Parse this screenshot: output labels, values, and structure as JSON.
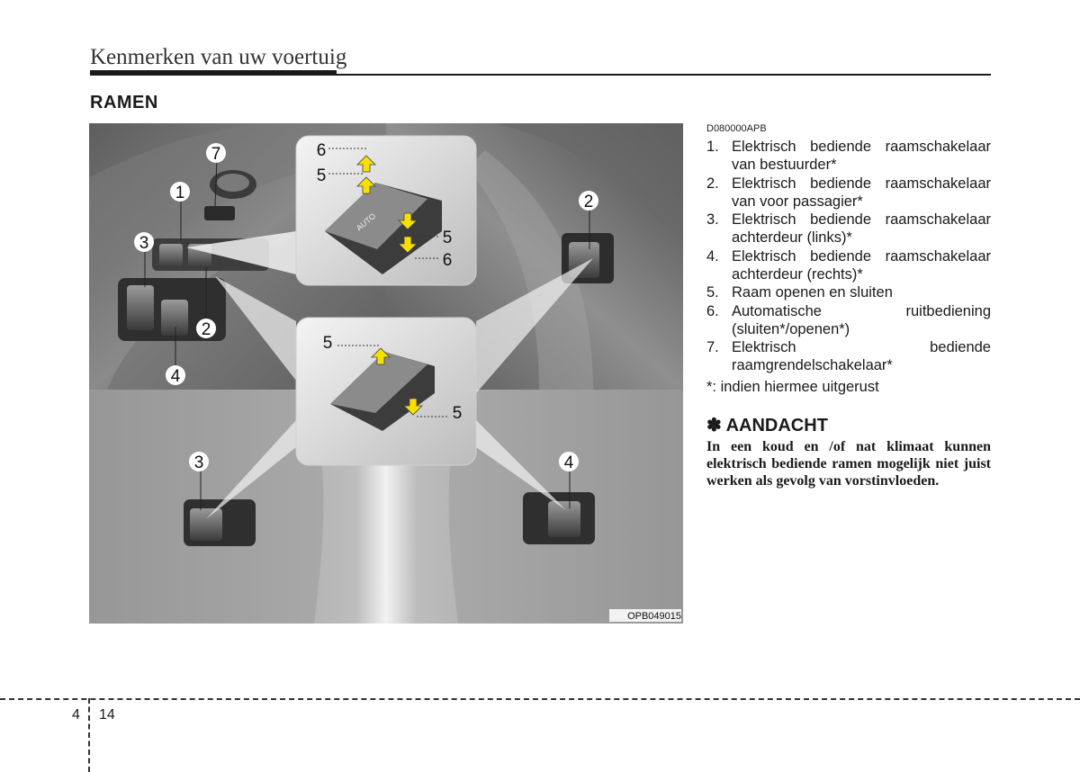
{
  "header": {
    "title": "Kenmerken van uw voertuig"
  },
  "section": {
    "title": "RAMEN"
  },
  "code": "D080000APB",
  "items": [
    {
      "num": "1.",
      "text": "Elektrisch bediende raamschakelaar van bestuurder*"
    },
    {
      "num": "2.",
      "text": "Elektrisch bediende raamschakelaar van voor passagier*"
    },
    {
      "num": "3.",
      "text": "Elektrisch bediende raamschakelaar achterdeur (links)*"
    },
    {
      "num": "4.",
      "text": "Elektrisch bediende raamschakelaar achterdeur (rechts)*"
    },
    {
      "num": "5.",
      "text": "Raam openen en sluiten"
    },
    {
      "num": "6.",
      "text": "Automatische ruitbediening (sluiten*/openen*)"
    },
    {
      "num": "7.",
      "text": "Elektrisch bediende raamgrendelschakelaar*"
    }
  ],
  "footnote": "*: indien hiermee uitgerust",
  "notice": {
    "symbol": "✽",
    "title": "AANDACHT",
    "text": "In een koud en /of nat klimaat kunnen elektrisch bediende ramen mogelijk niet juist werken als gevolg van vorstinvloeden."
  },
  "figure": {
    "code": "OPB049015",
    "switch_text": "AUTO",
    "callouts": {
      "c1": "1",
      "c2": "2",
      "c3": "3",
      "c4": "4",
      "c5": "5",
      "c6": "6",
      "c7": "7"
    }
  },
  "colors": {
    "arrow": "#f5e000",
    "panel_dark": "#6a6a6a",
    "panel_light": "#c8c8c8"
  },
  "footer": {
    "chapter": "4",
    "page": "14"
  }
}
